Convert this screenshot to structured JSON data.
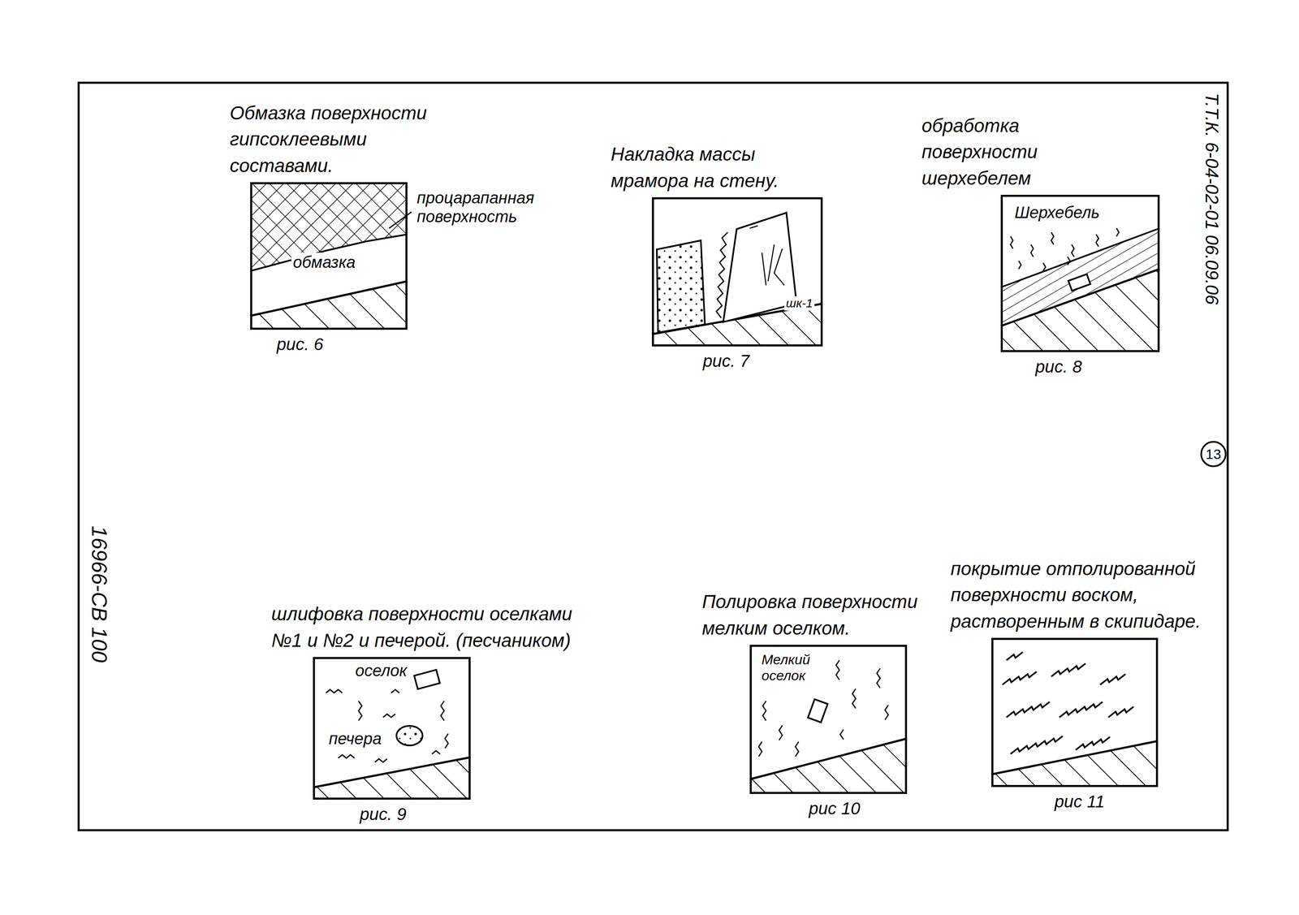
{
  "diagram": {
    "nodes": [
      {
        "text": [
          "Обмазка поверхности гипсоклеевыми составами.",
          "обмазка",
          "процарапанная поверхность",
          "рис. 6"
        ]
      },
      {
        "text": [
          "Накладка массы мрамора на стену.",
          "шк-1",
          "рис. 7"
        ]
      },
      {
        "text": [
          "обработка поверхности шерхебелем",
          "Шерхебель",
          "рис. 8"
        ]
      },
      {
        "text": [
          "шлифовка поверхности оселками №1 и №2 и печерой. (песчаником)",
          "оселок",
          "печера",
          "рис. 9"
        ]
      },
      {
        "text": [
          "Полировка поверхности мелким оселком.",
          "Мелкий оселок",
          "рис 10"
        ]
      },
      {
        "text": [
          "покрытие отполированной поверхности воском, растворенным в скипидаре.",
          "рис 11"
        ]
      }
    ],
    "labels": [
      "Т.Т.К. 6-04-02-01 06.09.06",
      "13",
      "16966-СВ 100"
    ]
  }
}
